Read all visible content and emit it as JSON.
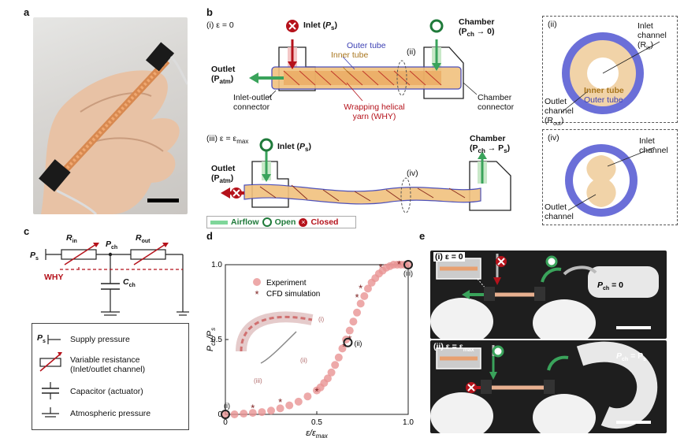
{
  "panels": {
    "a": "a",
    "b": "b",
    "c": "c",
    "d": "d",
    "e": "e"
  },
  "b": {
    "i_label": "(i) ε = 0",
    "inlet": "Inlet (",
    "inlet_ps": "P",
    "inlet_ps_sub": "s",
    "chamber": "Chamber",
    "chamber_sub": "(P",
    "chamber_sub2": "ch",
    "chamber_sub3": "→ 0)",
    "outlet": "Outlet",
    "outlet_p": "(P",
    "outlet_p_sub": "atm",
    "outer_tube": "Outer tube",
    "inner_tube": "Inner tube",
    "ii_mark": "(ii)",
    "inlet_outlet_connector": "Inlet-outlet connector",
    "wrapping": "Wrapping helical yarn (WHY)",
    "chamber_connector": "Chamber connector",
    "iii_label": "(iii) ε = ε",
    "iii_sub": "max",
    "iii_inlet": "Inlet (",
    "iii_chamber": "Chamber",
    "iii_chamber_sub": "(P",
    "iii_chamber_sub2": "ch",
    "iii_chamber_sub3": "→ P",
    "iii_chamber_sub4": "s",
    "iv_mark": "(iv)",
    "legend_airflow": "Airflow",
    "legend_open": "Open",
    "legend_closed": "Closed",
    "cs_ii": "(ii)",
    "cs_inlet_channel": "Inlet channel",
    "cs_rin": "(R",
    "cs_rin_sub": "in",
    "cs_inner_tube": "Inner tube",
    "cs_outer_tube": "Outer tube",
    "cs_outlet_channel": "Outlet channel",
    "cs_rout": "(R",
    "cs_rout_sub": "out",
    "cs_iv": "(iv)",
    "cs_iv_inlet": "Inlet channel",
    "cs_iv_outlet": "Outlet channel"
  },
  "c": {
    "ps": "P",
    "ps_sub": "s",
    "rin": "R",
    "rin_sub": "in",
    "pch": "P",
    "pch_sub": "ch",
    "rout": "R",
    "rout_sub": "out",
    "why": "WHY",
    "cch": "C",
    "cch_sub": "ch",
    "legend": [
      {
        "sym": "P",
        "sub": "s",
        "text": "Supply pressure"
      },
      {
        "text": "Variable resistance"
      },
      {
        "text": "(Inlet/outlet channel)"
      },
      {
        "text": "Capacitor (actuator)"
      },
      {
        "text": "Atmospheric pressure"
      }
    ]
  },
  "chart_data": {
    "type": "scatter",
    "xlabel": "ε/ε",
    "xlabel_sub": "max",
    "ylabel": "P",
    "ylabel_sub": "ch",
    "ylabel2": "/P",
    "ylabel2_sub": "s",
    "xlim": [
      0,
      1
    ],
    "ylim": [
      0,
      1
    ],
    "xticks": [
      "0",
      "0.5",
      "1.0"
    ],
    "yticks": [
      "0",
      "0.5",
      "1.0"
    ],
    "series": [
      {
        "name": "Experiment",
        "color": "#e89494",
        "x": [
          0,
          0.05,
          0.1,
          0.15,
          0.2,
          0.25,
          0.3,
          0.35,
          0.4,
          0.45,
          0.5,
          0.52,
          0.54,
          0.56,
          0.58,
          0.6,
          0.62,
          0.64,
          0.66,
          0.68,
          0.7,
          0.72,
          0.74,
          0.76,
          0.78,
          0.8,
          0.82,
          0.84,
          0.86,
          0.88,
          0.9,
          0.92,
          0.94,
          0.96,
          0.98,
          1.0
        ],
        "y": [
          0,
          0,
          0.005,
          0.01,
          0.015,
          0.025,
          0.04,
          0.06,
          0.085,
          0.12,
          0.16,
          0.18,
          0.21,
          0.24,
          0.28,
          0.33,
          0.38,
          0.44,
          0.5,
          0.56,
          0.62,
          0.68,
          0.74,
          0.79,
          0.84,
          0.88,
          0.91,
          0.94,
          0.96,
          0.98,
          0.99,
          1.0,
          1.0,
          1.0,
          1.0,
          1.0
        ]
      },
      {
        "name": "CFD simulation",
        "color": "#7a1a1a",
        "x": [
          0.15,
          0.3,
          0.5,
          0.65,
          0.68,
          0.72,
          0.74,
          0.85,
          0.95
        ],
        "y": [
          0.04,
          0.08,
          0.15,
          0.45,
          0.5,
          0.78,
          0.84,
          0.98,
          1.0
        ]
      }
    ],
    "markers": [
      {
        "label": "(i)",
        "x": 0.0,
        "y": 0.0
      },
      {
        "label": "(ii)",
        "x": 0.67,
        "y": 0.48
      },
      {
        "label": "(iii)",
        "x": 1.0,
        "y": 1.0
      }
    ],
    "inset_labels": [
      "(i)",
      "(ii)",
      "(iii)"
    ]
  },
  "e": {
    "i_label": "(i) ε = 0",
    "i_pch": "P",
    "i_pch_sub": "ch",
    "i_pch_val": "= 0",
    "ii_label": "(ii) ε = ε",
    "ii_sub": "max",
    "ii_pch": "P",
    "ii_pch_sub": "ch",
    "ii_pch_val": "= P",
    "ii_pch_val_sub": "s"
  }
}
